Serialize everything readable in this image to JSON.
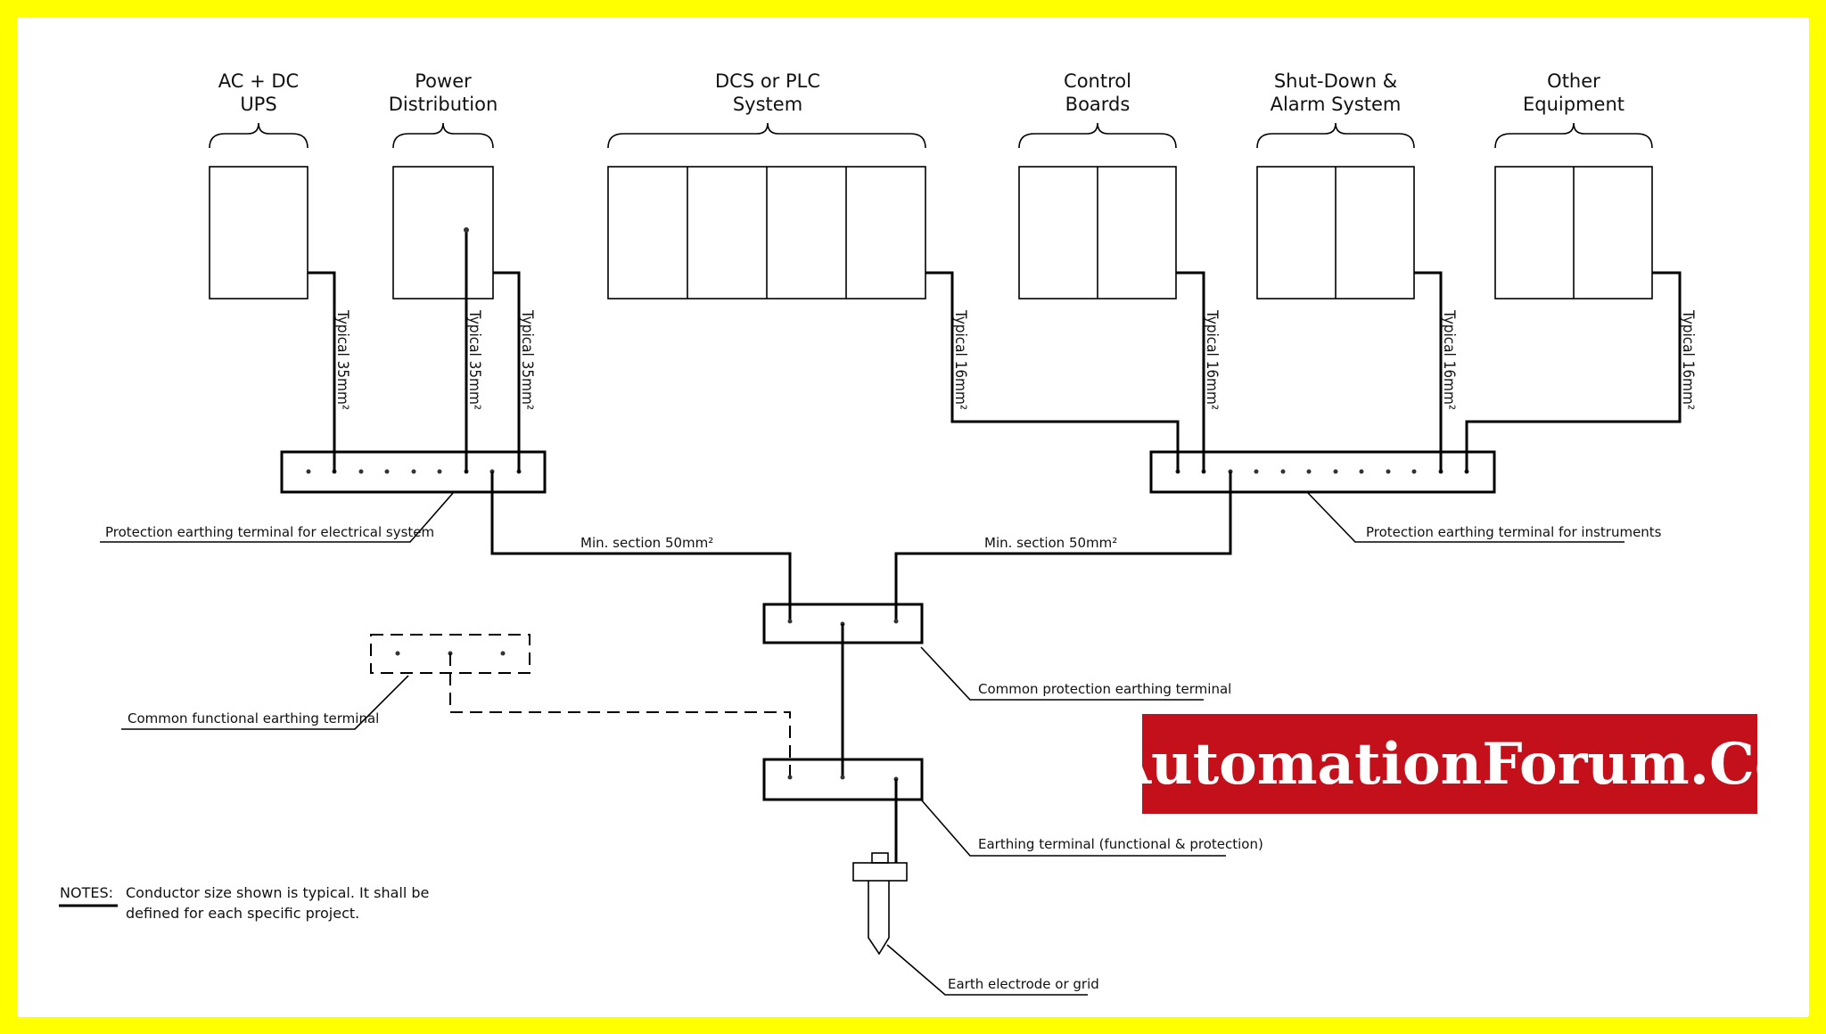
{
  "groups": [
    {
      "line1": "AC + DC",
      "line2": "UPS"
    },
    {
      "line1": "Power",
      "line2": "Distribution"
    },
    {
      "line1": "DCS or PLC",
      "line2": "System"
    },
    {
      "line1": "Control",
      "line2": "Boards"
    },
    {
      "line1": "Shut-Down &",
      "line2": "Alarm System"
    },
    {
      "line1": "Other",
      "line2": "Equipment"
    }
  ],
  "cables": {
    "ups": "Typical 35mm²",
    "pd_a": "Typical 35mm²",
    "pd_b": "Typical 35mm²",
    "dcs": "Typical 16mm²",
    "control": "Typical 16mm²",
    "shutdown": "Typical 16mm²",
    "other": "Typical 16mm²"
  },
  "min_section_left": "Min. section 50mm²",
  "min_section_right": "Min. section 50mm²",
  "labels": {
    "electrical_terminal": "Protection earthing terminal for electrical system",
    "instrument_terminal": "Protection earthing terminal for instruments",
    "common_protection": "Common protection earthing terminal",
    "common_functional": "Common functional earthing terminal",
    "earthing_terminal": "Earthing terminal (functional & protection)",
    "electrode": "Earth electrode or grid"
  },
  "notes": {
    "heading": "NOTES:",
    "line1": "Conductor size shown is typical. It shall be",
    "line2": "defined for each specific project."
  },
  "watermark": "AutomationForum.Co",
  "colors": {
    "frame": "#ffff00",
    "watermark_bg": "#c4101a",
    "watermark_text": "#ffffff"
  }
}
